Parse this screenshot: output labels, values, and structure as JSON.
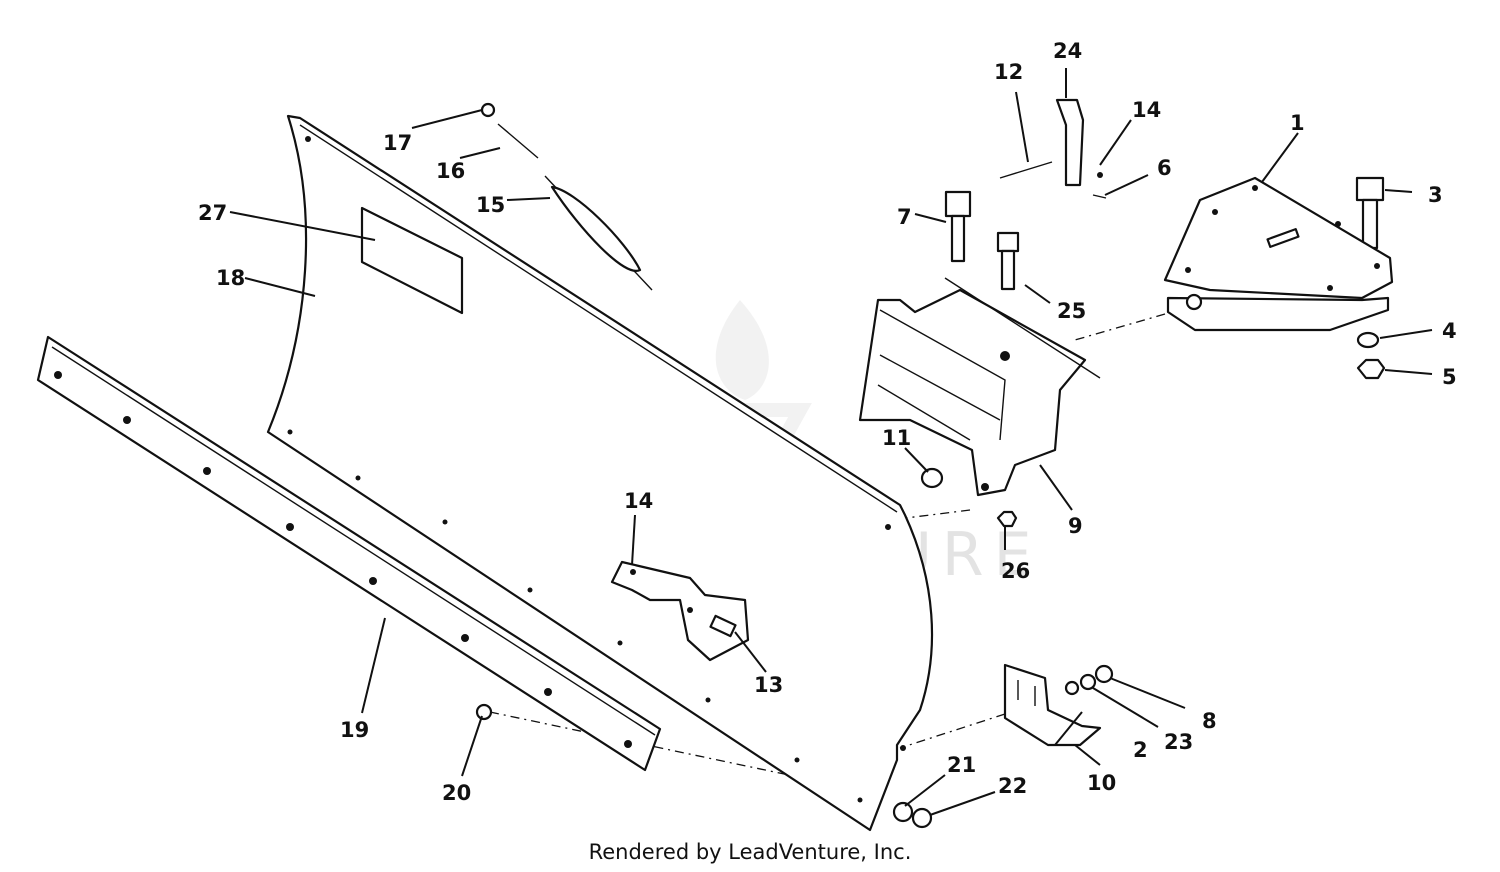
{
  "watermark": "LEADVENTURE",
  "footer": "Rendered by LeadVenture, Inc.",
  "callouts": [
    "1",
    "2",
    "3",
    "4",
    "5",
    "6",
    "7",
    "8",
    "9",
    "10",
    "11",
    "12",
    "13",
    "14",
    "14",
    "15",
    "16",
    "17",
    "18",
    "19",
    "20",
    "21",
    "22",
    "23",
    "24",
    "25",
    "26",
    "27"
  ]
}
